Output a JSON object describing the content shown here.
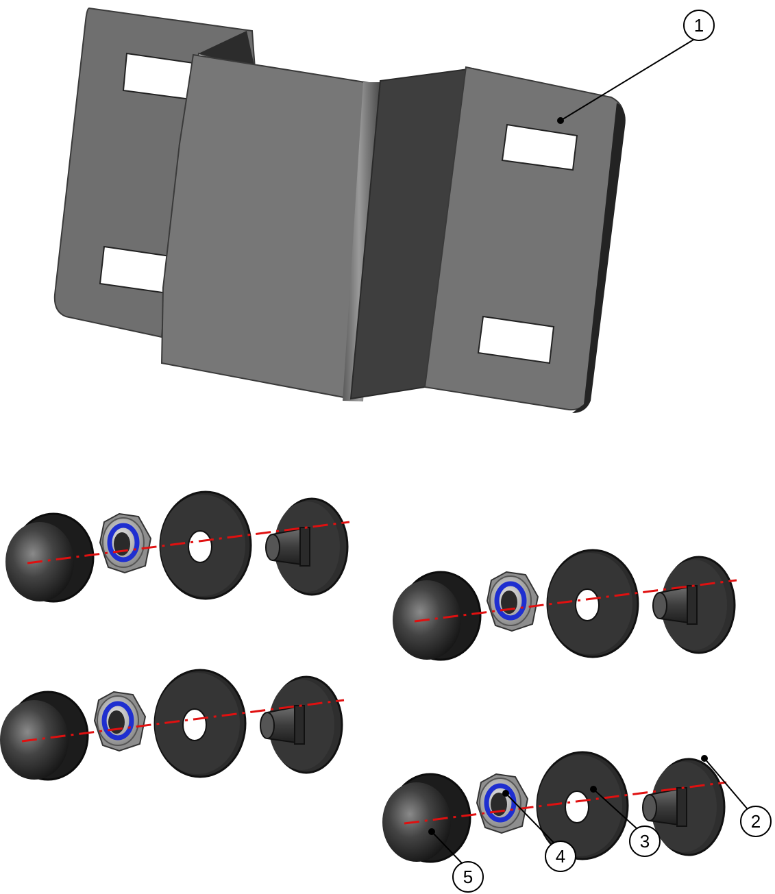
{
  "callouts": {
    "c1": "1",
    "c2": "2",
    "c3": "3",
    "c4": "4",
    "c5": "5"
  },
  "colors": {
    "plate_light": "#7c7c7c",
    "plate_mid": "#6b6b6b",
    "plate_dark": "#3f3f3f",
    "plate_edge": "#2a2a2a",
    "rubber": "#2f2f2f",
    "washer": "#333333",
    "nut_ring": "#1f2fd0",
    "nut_body": "#b8b8b8",
    "axis_line": "#e01010"
  }
}
